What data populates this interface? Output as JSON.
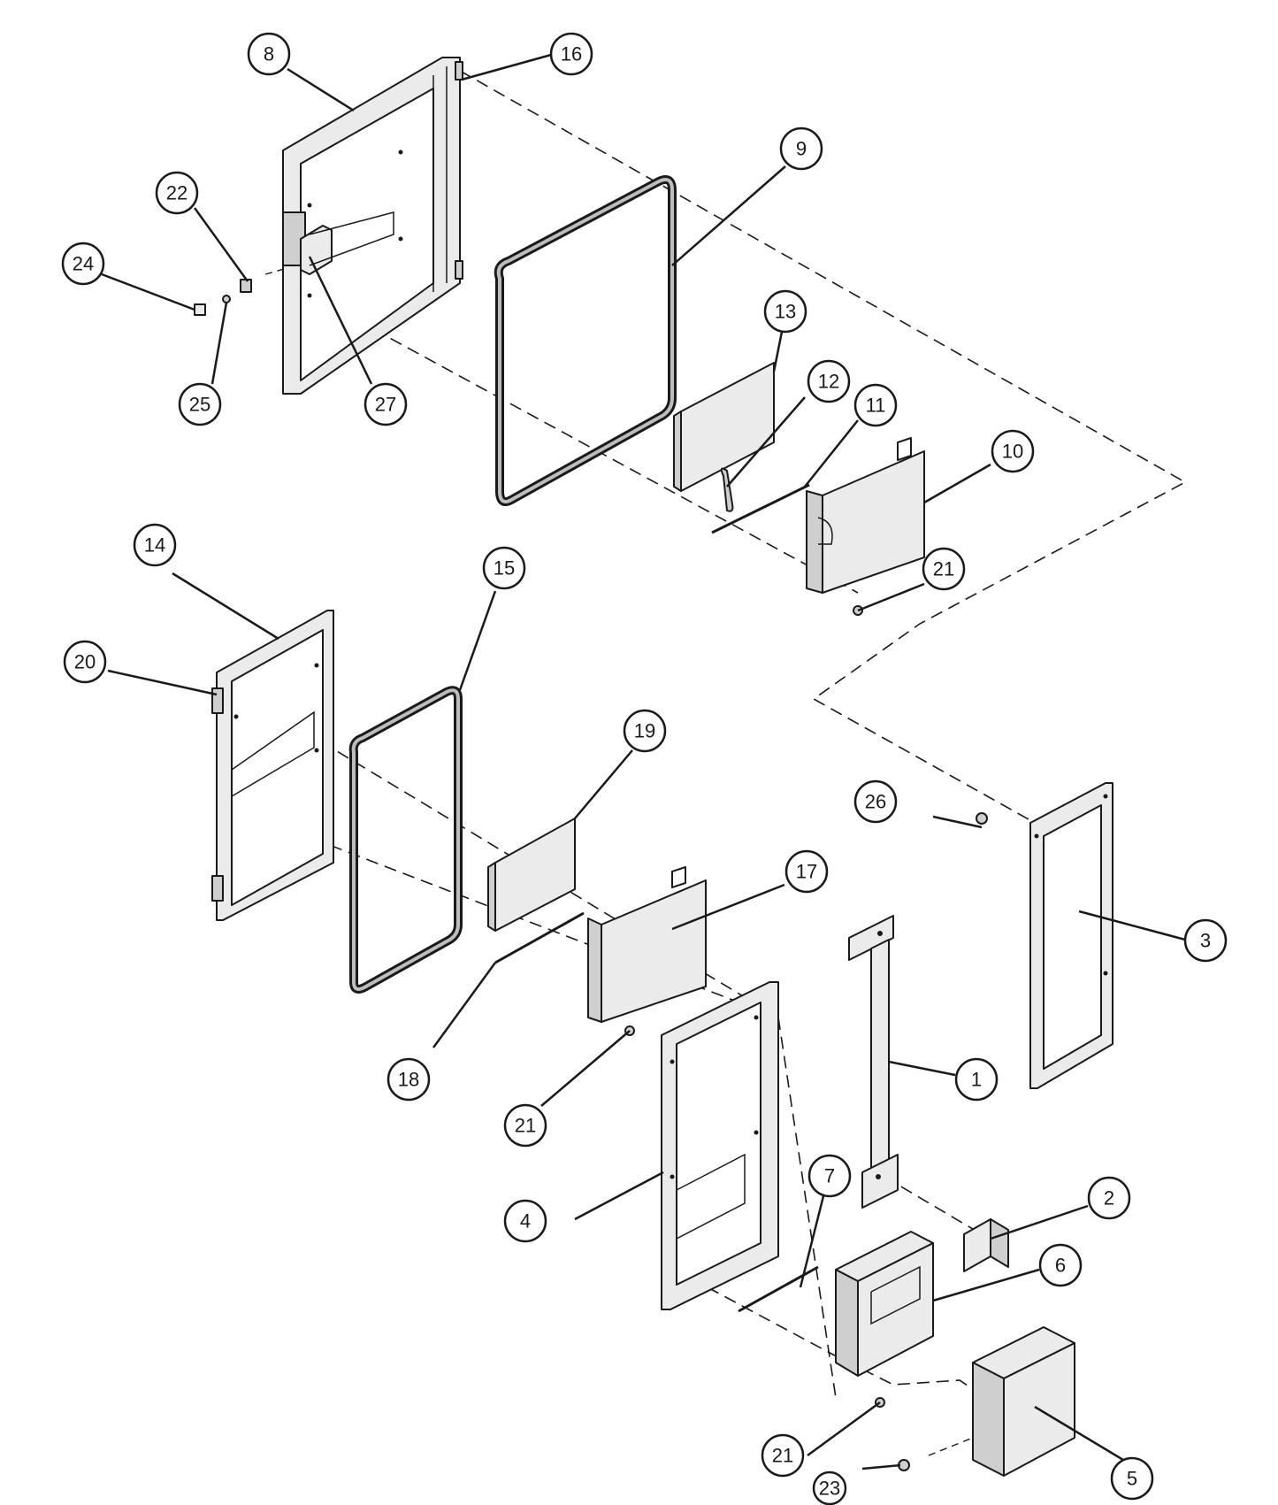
{
  "callouts": [
    {
      "id": "c1",
      "label": "1"
    },
    {
      "id": "c2",
      "label": "2"
    },
    {
      "id": "c3",
      "label": "3"
    },
    {
      "id": "c4",
      "label": "4"
    },
    {
      "id": "c5",
      "label": "5"
    },
    {
      "id": "c6",
      "label": "6"
    },
    {
      "id": "c7",
      "label": "7"
    },
    {
      "id": "c8",
      "label": "8"
    },
    {
      "id": "c9",
      "label": "9"
    },
    {
      "id": "c10",
      "label": "10"
    },
    {
      "id": "c11",
      "label": "11"
    },
    {
      "id": "c12",
      "label": "12"
    },
    {
      "id": "c13",
      "label": "13"
    },
    {
      "id": "c14",
      "label": "14"
    },
    {
      "id": "c15",
      "label": "15"
    },
    {
      "id": "c16",
      "label": "16"
    },
    {
      "id": "c17",
      "label": "17"
    },
    {
      "id": "c18",
      "label": "18"
    },
    {
      "id": "c19",
      "label": "19"
    },
    {
      "id": "c20",
      "label": "20"
    },
    {
      "id": "c21a",
      "label": "21"
    },
    {
      "id": "c21b",
      "label": "21"
    },
    {
      "id": "c21c",
      "label": "21"
    },
    {
      "id": "c22",
      "label": "22"
    },
    {
      "id": "c23",
      "label": "23"
    },
    {
      "id": "c24",
      "label": "24"
    },
    {
      "id": "c25",
      "label": "25"
    },
    {
      "id": "c26",
      "label": "26"
    },
    {
      "id": "c27",
      "label": "27"
    }
  ]
}
